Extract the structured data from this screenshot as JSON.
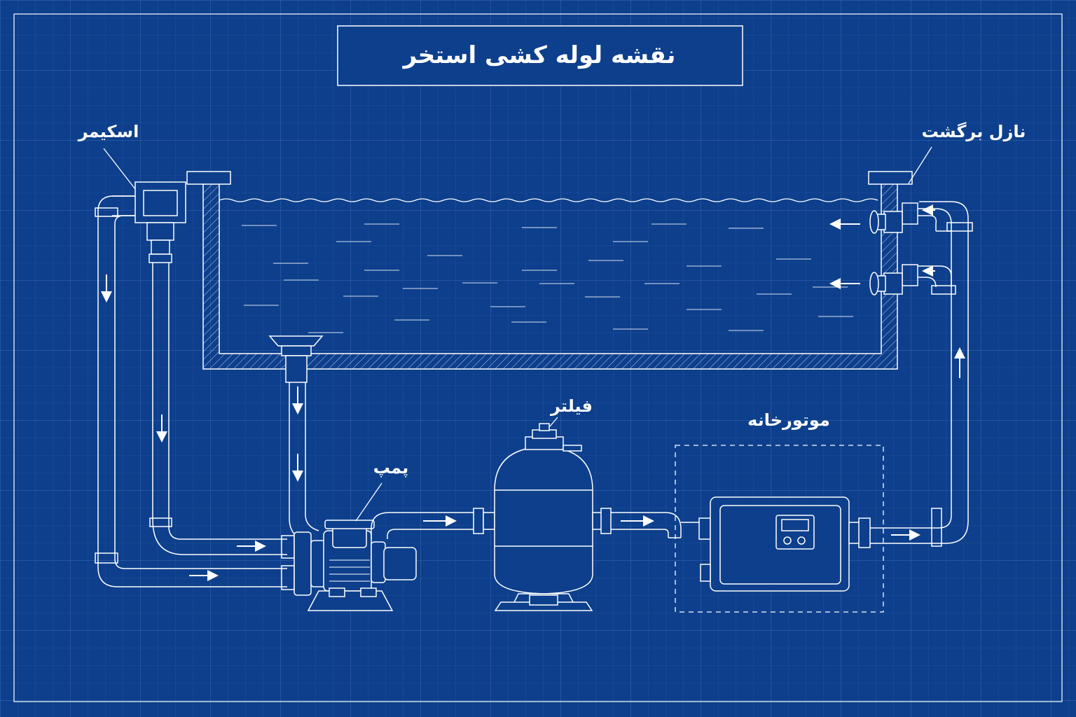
{
  "title": "نقشه لوله کشی استخر",
  "labels": {
    "skimmer": "اسکیمر",
    "return_nozzle": "نازل برگشت",
    "pump": "پمپ",
    "filter": "فیلتر",
    "motor_room": "موتورخانه"
  },
  "colors": {
    "background": "#0d3f8c",
    "grid": "#2a5aa5",
    "line": "#ffffff"
  }
}
